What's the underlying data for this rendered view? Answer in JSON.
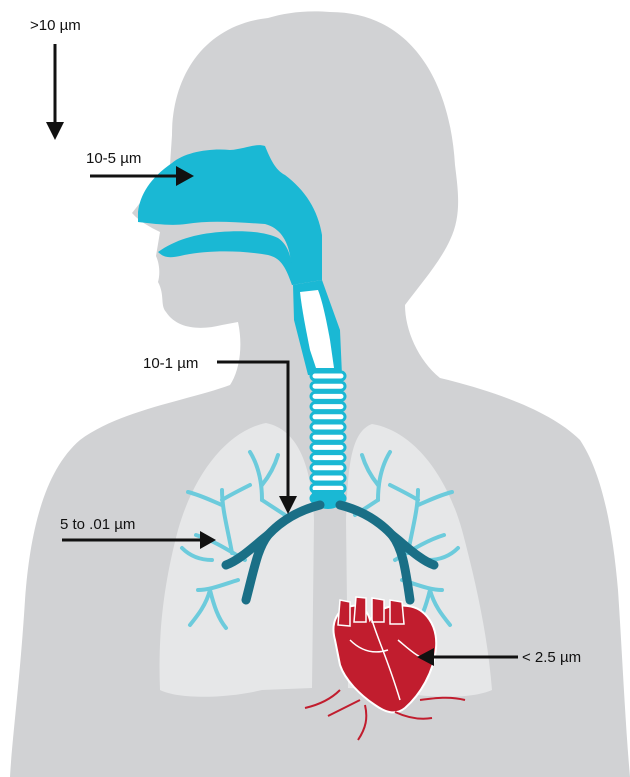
{
  "labels": {
    "top": ">10 µm",
    "nose": "10-5 µm",
    "trachea": "10-1 µm",
    "bronchi": "5 to .01 µm",
    "heart": "< 2.5 µm"
  },
  "colors": {
    "silhouette": "#d1d2d4",
    "lungs": "#e6e7e8",
    "airway": "#1ab8d4",
    "airway_dark": "#1a6f86",
    "bronchiole": "#6ccbdc",
    "heart": "#c11d2e",
    "arrow": "#111111"
  }
}
